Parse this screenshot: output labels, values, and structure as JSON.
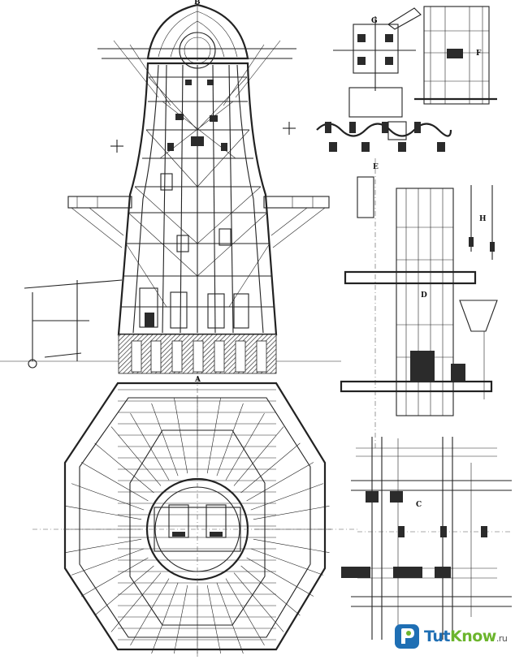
{
  "figure_labels": {
    "elevation": "B",
    "plan": "A",
    "plan_c": "C",
    "detail_d": "D",
    "detail_e": "E",
    "detail_f": "F",
    "detail_g": "G",
    "detail_h": "H"
  },
  "watermark": {
    "brand_part1": "Tut",
    "brand_part2": "Know",
    "domain": ".ru",
    "logo_icon": "tutknow-logo-icon"
  },
  "colors": {
    "ink": "#222222",
    "watermark_blue": "#1f6fb4",
    "watermark_green": "#6cb52d"
  }
}
